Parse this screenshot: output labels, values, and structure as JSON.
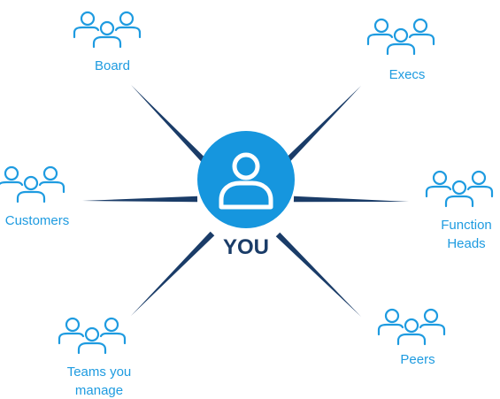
{
  "center": {
    "label": "YOU",
    "icon": "person-icon"
  },
  "nodes": [
    {
      "id": "board",
      "lines": [
        "Board"
      ],
      "icon": "people-group-icon"
    },
    {
      "id": "execs",
      "lines": [
        "Execs"
      ],
      "icon": "people-group-icon"
    },
    {
      "id": "customers",
      "lines": [
        "Customers"
      ],
      "icon": "people-group-icon"
    },
    {
      "id": "function-heads",
      "lines": [
        "Function",
        "Heads"
      ],
      "icon": "people-group-icon"
    },
    {
      "id": "teams-you-manage",
      "lines": [
        "Teams you",
        "manage"
      ],
      "icon": "people-group-icon"
    },
    {
      "id": "peers",
      "lines": [
        "Peers"
      ],
      "icon": "people-group-icon"
    }
  ],
  "colors": {
    "accent": "#1e9be0",
    "center_fill": "#1696de",
    "center_label": "#1a3c68",
    "spoke": "#1a3c68",
    "background": "#ffffff"
  }
}
